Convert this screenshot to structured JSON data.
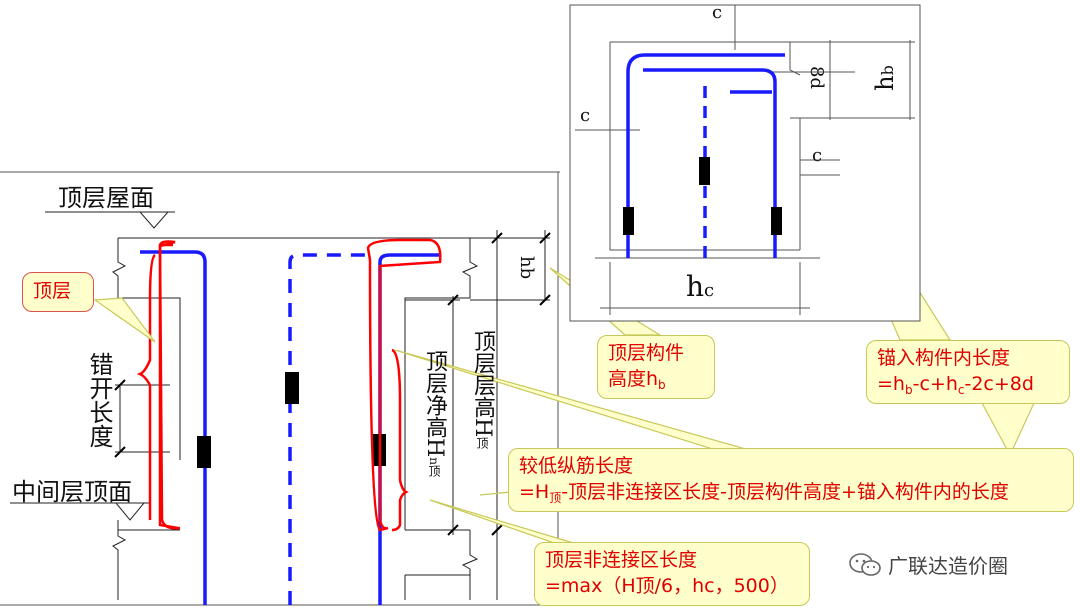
{
  "labels": {
    "roof_top": "顶层屋面",
    "mid_top": "中间层顶面",
    "stagger_len": "错开长度",
    "top_clear_height": "顶层净高H",
    "top_clear_height_sub": "n顶",
    "top_height": "顶层层高H",
    "top_height_sub": "顶",
    "hb_left": "hb",
    "hb_detail": "h",
    "hb_detail_sub": "b",
    "eight_d": "8d",
    "c_top": "c",
    "c_left": "c",
    "c_right": "c",
    "hc": "h",
    "hc_sub": "c"
  },
  "callouts": {
    "top_layer": "顶层",
    "member_height_l1": "顶层构件",
    "member_height_l2a": "高度h",
    "member_height_l2_sub": "b",
    "anchor_l1": "锚入构件内长度",
    "anchor_l2a": "=h",
    "anchor_l2_sub1": "b",
    "anchor_l2b": "-c+h",
    "anchor_l2_sub2": "c",
    "anchor_l2c": "-2c+8d",
    "lower_bar_l1": "较低纵筋长度",
    "lower_bar_l2a": "=H",
    "lower_bar_l2_sub": "顶",
    "lower_bar_l2b": "-顶层非连接区长度-顶层构件高度+锚入构件内的长度",
    "nonconn_l1": "顶层非连接区长度",
    "nonconn_l2": "=max（H顶/6，hc，500）"
  },
  "watermark": "广联达造价圈",
  "icons": [
    "wechat-icon"
  ],
  "colors": {
    "rebar": "#1a1aff",
    "highlight": "#ff0000",
    "callout_bg": "#ffffcc",
    "callout_text": "#e00000"
  }
}
